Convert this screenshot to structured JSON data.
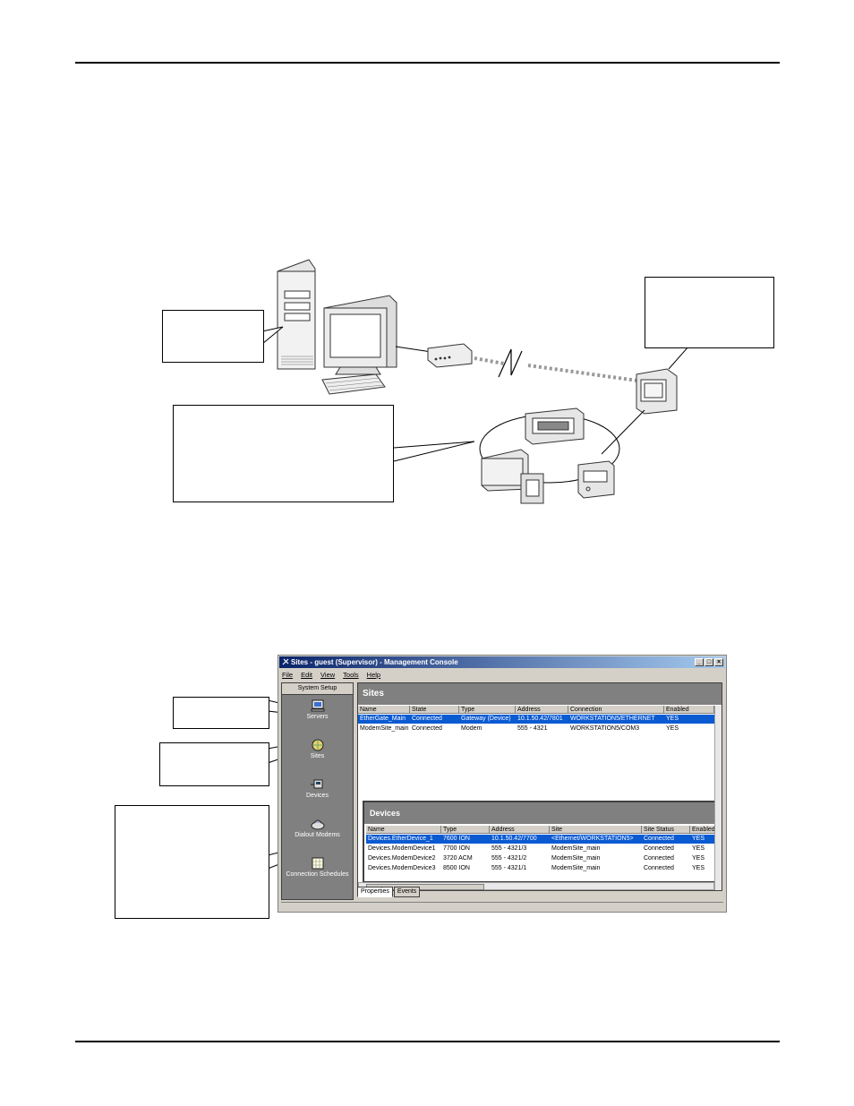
{
  "window": {
    "title": "Sites - guest (Supervisor) - Management Console",
    "controls": [
      "_",
      "□",
      "×"
    ],
    "menu": [
      "File",
      "Edit",
      "View",
      "Tools",
      "Help"
    ]
  },
  "left_pane": {
    "header": "System Setup",
    "items": [
      {
        "label": "Servers",
        "icon": "server-icon"
      },
      {
        "label": "Sites",
        "icon": "sites-icon"
      },
      {
        "label": "Devices",
        "icon": "device-icon"
      },
      {
        "label": "Dialout Modems",
        "icon": "modem-icon"
      },
      {
        "label": "Connection Schedules",
        "icon": "calendar-icon"
      }
    ]
  },
  "sites": {
    "title": "Sites",
    "columns": [
      "Name",
      "State",
      "Type",
      "Address",
      "Connection",
      "Enabled"
    ],
    "rows": [
      [
        "EtherGate_Main",
        "Connected",
        "Gateway (Device)",
        "10.1.50.42/7801",
        "WORKSTATION5/ETHERNET",
        "YES"
      ],
      [
        "ModemSite_main",
        "Connected",
        "Modem",
        "555 - 4321",
        "WORKSTATION5/COM3",
        "YES"
      ]
    ]
  },
  "devices": {
    "title": "Devices",
    "columns": [
      "Name",
      "Type",
      "Address",
      "Site",
      "Site Status",
      "Enabled"
    ],
    "rows": [
      [
        "Devices.EtherDevice_1",
        "7600 ION",
        "10.1.50.42/7700",
        "<Ethernet/WORKSTATION5>",
        "Connected",
        "YES"
      ],
      [
        "Devices.ModemDevice1",
        "7700 ION",
        "555 - 4321/3",
        "ModemSite_main",
        "Connected",
        "YES"
      ],
      [
        "Devices.ModemDevice2",
        "3720 ACM",
        "555 - 4321/2",
        "ModemSite_main",
        "Connected",
        "YES"
      ],
      [
        "Devices.ModemDevice3",
        "8500 ION",
        "555 - 4321/1",
        "ModemSite_main",
        "Connected",
        "YES"
      ]
    ]
  },
  "tabs": [
    "Properties",
    "Events"
  ]
}
